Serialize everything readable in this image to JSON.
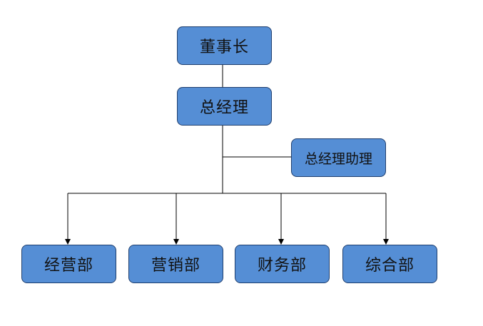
{
  "colors": {
    "node_fill": "#558ED5",
    "node_border": "#1F3F6F",
    "connector": "#000000"
  },
  "org": {
    "chairman": "董事长",
    "general_manager": "总经理",
    "assistant": "总经理助理",
    "departments": [
      "经营部",
      "营销部",
      "财务部",
      "综合部"
    ]
  }
}
